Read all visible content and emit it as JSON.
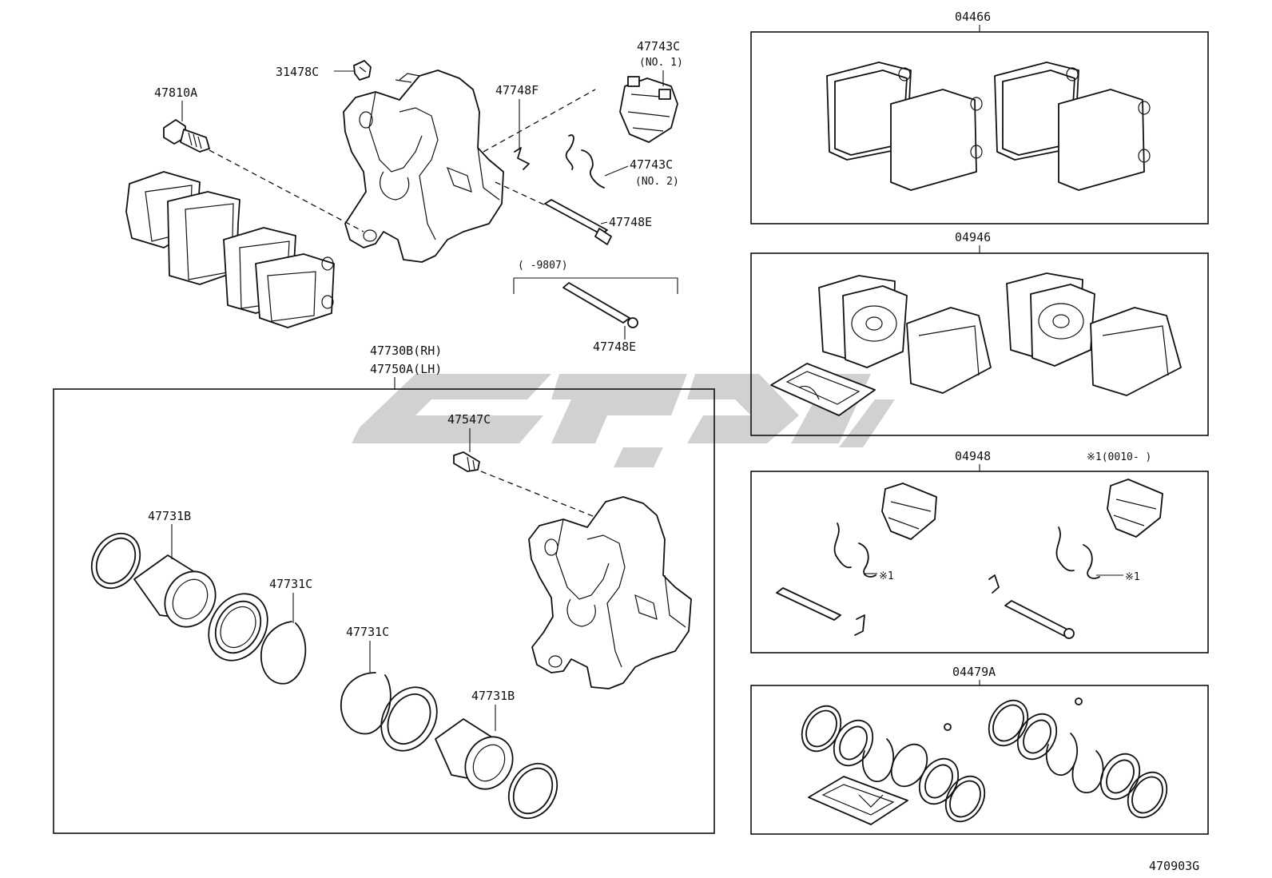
{
  "diagram": {
    "drawing_number": "470903G",
    "labels": {
      "p31478C": "31478C",
      "p47810A": "47810A",
      "p47743C_no1": "47743C",
      "p47743C_no1_sub": "(NO. 1)",
      "p47748F": "47748F",
      "p47743C_no2": "47743C",
      "p47743C_no2_sub": "(NO. 2)",
      "p47748E_a": "47748E",
      "p47748E_range": "(      -9807)",
      "p47748E_b": "47748E",
      "p47730B": "47730B(RH)",
      "p47750A": "47750A(LH)",
      "p47547C": "47547C",
      "p47731B_a": "47731B",
      "p47731C_a": "47731C",
      "p47731C_b": "47731C",
      "p47731B_b": "47731B"
    },
    "kits": {
      "k04466": "04466",
      "k04946": "04946",
      "k04948": "04948",
      "k04948_note": "※1(0010-     )",
      "k04948_ref1": "※1",
      "k04948_ref2": "※1",
      "k04479A": "04479A"
    }
  }
}
